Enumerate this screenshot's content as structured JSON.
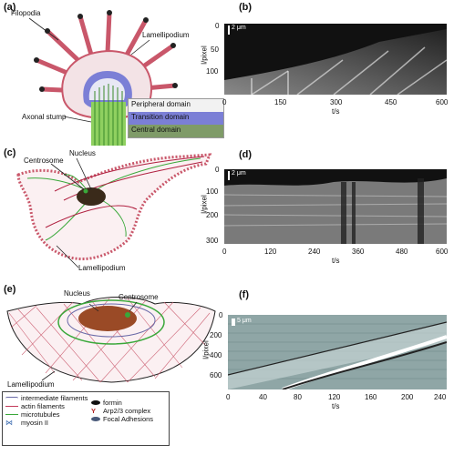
{
  "panels": {
    "a": {
      "label": "(a)",
      "annotations": {
        "filopodia": "Filopodia",
        "lamellipodium": "Lamellipodium",
        "axonal_stump": "Axonal stump"
      },
      "domains": [
        {
          "name": "Peripheral domain",
          "color": "#f2f2f2"
        },
        {
          "name": "Transition domain",
          "color": "#7b7fd6"
        },
        {
          "name": "Central domain",
          "color": "#7f9b68"
        }
      ]
    },
    "b": {
      "label": "(b)",
      "scale": "2 μm",
      "xlabel": "t/s",
      "ylabel": "l/pixel",
      "xticks": [
        "0",
        "150",
        "300",
        "450",
        "600"
      ],
      "yticks": [
        "0",
        "50",
        "100"
      ]
    },
    "c": {
      "label": "(c)",
      "annotations": {
        "centrosome": "Centrosome",
        "nucleus": "Nucleus",
        "lamellipodium": "Lamellipodium"
      }
    },
    "d": {
      "label": "(d)",
      "scale": "2 μm",
      "xlabel": "t/s",
      "ylabel": "l/pixel",
      "xticks": [
        "0",
        "120",
        "240",
        "360",
        "480",
        "600"
      ],
      "yticks": [
        "0",
        "100",
        "200",
        "300"
      ]
    },
    "e": {
      "label": "(e)",
      "annotations": {
        "nucleus": "Nucleus",
        "centrosome": "Centrosome",
        "lamellipodium": "Lamellipodium"
      }
    },
    "f": {
      "label": "(f)",
      "scale": "5 μm",
      "xlabel": "t/s",
      "ylabel": "l/pixel",
      "xticks": [
        "0",
        "40",
        "80",
        "120",
        "160",
        "200",
        "240"
      ],
      "yticks": [
        "0",
        "200",
        "400",
        "600"
      ]
    }
  },
  "legend": {
    "left": [
      {
        "name": "intermediate filaments",
        "color": "#6a6aa8",
        "icon": "loop-line-icon"
      },
      {
        "name": "actin filaments",
        "color": "#c23a5a",
        "icon": "line-icon"
      },
      {
        "name": "microtubules",
        "color": "#3aa83a",
        "icon": "line-icon"
      },
      {
        "name": "myosin II",
        "color": "#3a6ab0",
        "icon": "bowtie-icon"
      }
    ],
    "right": [
      {
        "name": "formin",
        "color": "#111111",
        "icon": "oval-icon"
      },
      {
        "name": "Arp2/3 complex",
        "color": "#b02020",
        "icon": "y-icon"
      },
      {
        "name": "Focal Adhesions",
        "color": "#4a5a7a",
        "icon": "oval-icon"
      }
    ]
  }
}
